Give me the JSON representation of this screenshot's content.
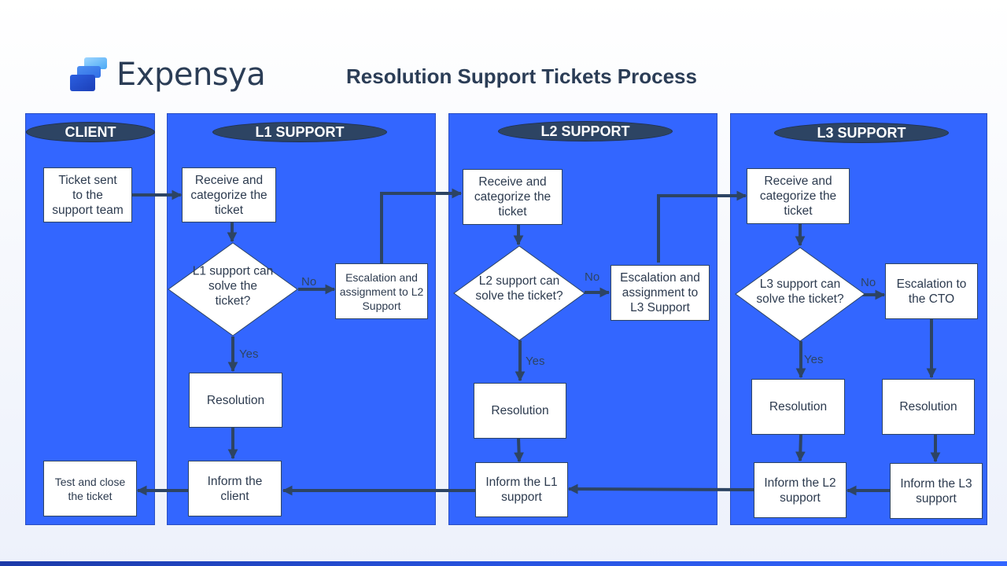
{
  "brand": {
    "name": "Expensya",
    "logo_icon": "expensya-stacked-cards-logo"
  },
  "title": "Resolution Support Tickets Process",
  "colors": {
    "lane_fill": "#3366ff",
    "header_fill": "#2d4463",
    "text": "#2b3d56",
    "connector": "#2d4463",
    "box_fill": "#ffffff"
  },
  "lanes": [
    {
      "id": "client",
      "label": "CLIENT"
    },
    {
      "id": "l1",
      "label": "L1 SUPPORT"
    },
    {
      "id": "l2",
      "label": "L2 SUPPORT"
    },
    {
      "id": "l3",
      "label": "L3 SUPPORT"
    }
  ],
  "nodes": {
    "client_ticket_sent": "Ticket sent to the support team",
    "client_test_close": "Test and close the ticket",
    "l1_receive": "Receive and categorize the ticket",
    "l1_decision": "L1 support can solve the ticket?",
    "l1_escalation": "Escalation and assignment to L2 Support",
    "l1_resolution": "Resolution",
    "l1_inform": "Inform the client",
    "l2_receive": "Receive and categorize the ticket",
    "l2_decision": "L2 support can solve the ticket?",
    "l2_escalation": "Escalation and assignment to L3 Support",
    "l2_resolution": "Resolution",
    "l2_inform": "Inform the L1 support",
    "l3_receive": "Receive and categorize the ticket",
    "l3_decision": "L3 support can solve the ticket?",
    "l3_escalation": "Escalation to the CTO",
    "l3_resolution": "Resolution",
    "cto_resolution": "Resolution",
    "l3_inform_l2": "Inform the L2 support",
    "cto_inform_l3": "Inform the L3 support"
  },
  "edge_labels": {
    "no": "No",
    "yes": "Yes"
  }
}
